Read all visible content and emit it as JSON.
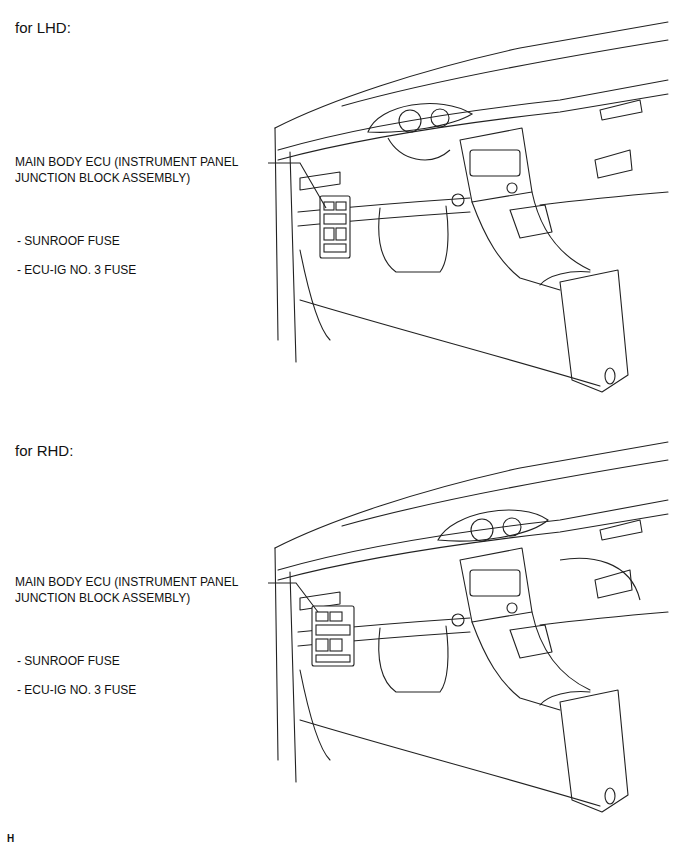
{
  "diagram": {
    "labels": [
      "for LHD:",
      "MAIN BODY ECU (INSTRUMENT PANEL JUNCTION BLOCK ASSEMBLY)",
      "- SUNROOF FUSE",
      "- ECU-IG NO. 3 FUSE",
      "for RHD:",
      "MAIN BODY ECU (INSTRUMENT PANEL JUNCTION BLOCK ASSEMBLY)",
      "- SUNROOF FUSE",
      "- ECU-IG NO. 3 FUSE",
      "H"
    ]
  }
}
